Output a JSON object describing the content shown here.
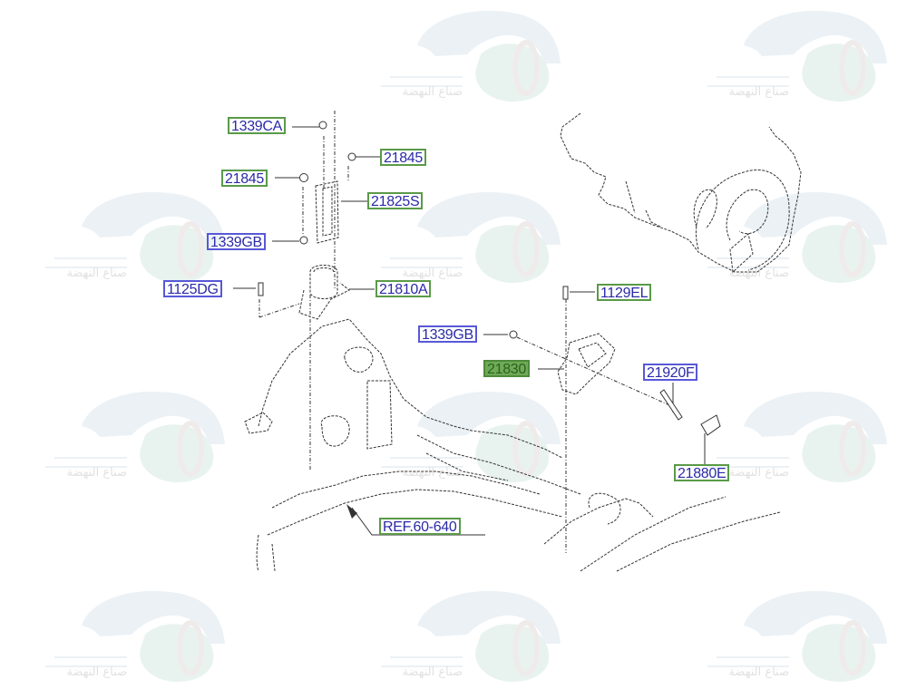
{
  "watermark": {
    "text": "صناع النهضة",
    "icon": "car-gear-logo-icon",
    "colors": {
      "car": "#dbe6ee",
      "gear": "#d7ebe4",
      "wheel": "#e4dcdc",
      "text": "#c9c9c9"
    }
  },
  "diagram": {
    "title": "Engine mounting bracket exploded view",
    "labels": [
      {
        "id": "1339CA",
        "text": "1339CA",
        "style": "green-border"
      },
      {
        "id": "21845-right",
        "text": "21845",
        "style": "green-border"
      },
      {
        "id": "21845-left",
        "text": "21845",
        "style": "green-border"
      },
      {
        "id": "21825S",
        "text": "21825S",
        "style": "green-border"
      },
      {
        "id": "1339GB-top",
        "text": "1339GB",
        "style": "blue-border"
      },
      {
        "id": "1125DG",
        "text": "1125DG",
        "style": "blue-border"
      },
      {
        "id": "21810A",
        "text": "21810A",
        "style": "green-border"
      },
      {
        "id": "1129EL",
        "text": "1129EL",
        "style": "green-border"
      },
      {
        "id": "1339GB-mid",
        "text": "1339GB",
        "style": "blue-border"
      },
      {
        "id": "21830",
        "text": "21830",
        "style": "green-filled"
      },
      {
        "id": "21920F",
        "text": "21920F",
        "style": "blue-border"
      },
      {
        "id": "21880E",
        "text": "21880E",
        "style": "green-border"
      },
      {
        "id": "REF-60-640",
        "text": "REF.60-640",
        "style": "green-border"
      }
    ]
  }
}
